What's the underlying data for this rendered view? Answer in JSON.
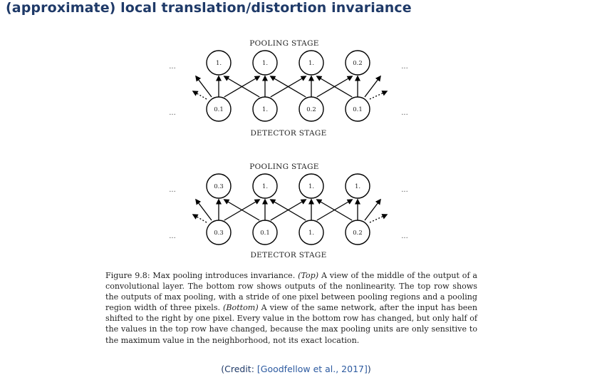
{
  "title": "(approximate) local translation/distortion invariance",
  "diagram": {
    "panels": [
      {
        "top_label": "POOLING STAGE",
        "bottom_label": "DETECTOR STAGE",
        "pooling_values": [
          "1.",
          "1.",
          "1.",
          "0.2"
        ],
        "detector_values": [
          "0.1",
          "1.",
          "0.2",
          "0.1"
        ],
        "ellipsis": "..."
      },
      {
        "top_label": "POOLING STAGE",
        "bottom_label": "DETECTOR STAGE",
        "pooling_values": [
          "0.3",
          "1.",
          "1.",
          "1."
        ],
        "detector_values": [
          "0.3",
          "0.1",
          "1.",
          "0.2"
        ],
        "ellipsis": "..."
      }
    ]
  },
  "caption": {
    "prefix": "Figure 9.8: Max pooling introduces invariance. ",
    "top_tag": "(Top)",
    "mid1": " A view of the middle of the output of a convolutional layer. The bottom row shows outputs of the nonlinearity. The top row shows the outputs of max pooling, with a stride of one pixel between pooling regions and a pooling region width of three pixels. ",
    "bottom_tag": "(Bottom)",
    "mid2": " A view of the same network, after the input has been shifted to the right by one pixel. Every value in the bottom row has changed, but only half of the values in the top row have changed, because the max pooling units are only sensitive to the maximum value in the neighborhood, not its exact location."
  },
  "credit": {
    "open": "(Credit: ",
    "cite": "[Goodfellow et al., 2017]",
    "close": ")"
  },
  "colors": {
    "title": "#1f3a68",
    "citation": "#2c5aa0",
    "ink": "#222222"
  }
}
